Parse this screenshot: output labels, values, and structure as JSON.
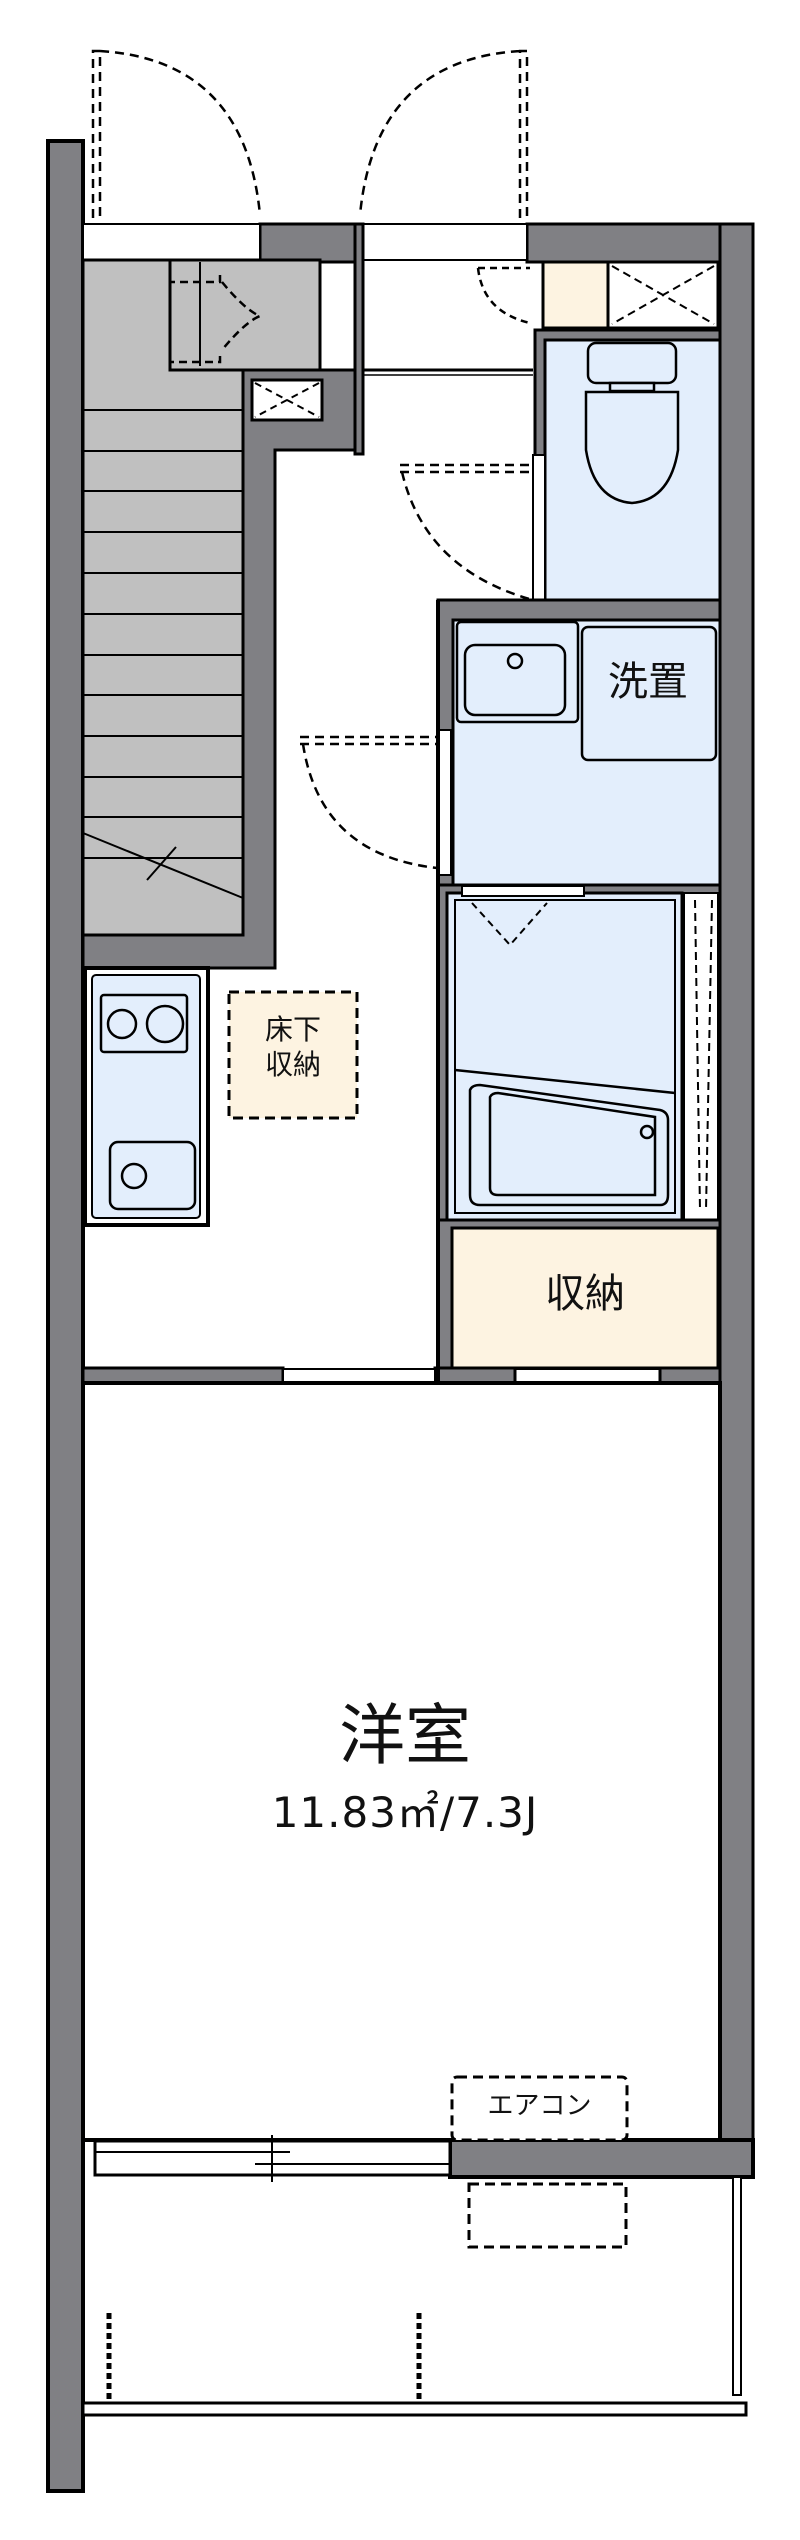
{
  "floorplan": {
    "rooms": {
      "western_room": {
        "name": "洋室",
        "area": "11.83㎡/7.3J"
      },
      "washroom": {
        "label": "洗置"
      },
      "closet": {
        "label": "収納"
      },
      "underfloor_storage": {
        "label_line1": "床下",
        "label_line2": "収納"
      },
      "aircon": {
        "label": "エアコン"
      }
    },
    "colors": {
      "wall": "#808084",
      "stairs": "#c0c0c0",
      "wet_area": "#e3eefc",
      "storage": "#fdf3e1",
      "line": "#000000"
    }
  }
}
